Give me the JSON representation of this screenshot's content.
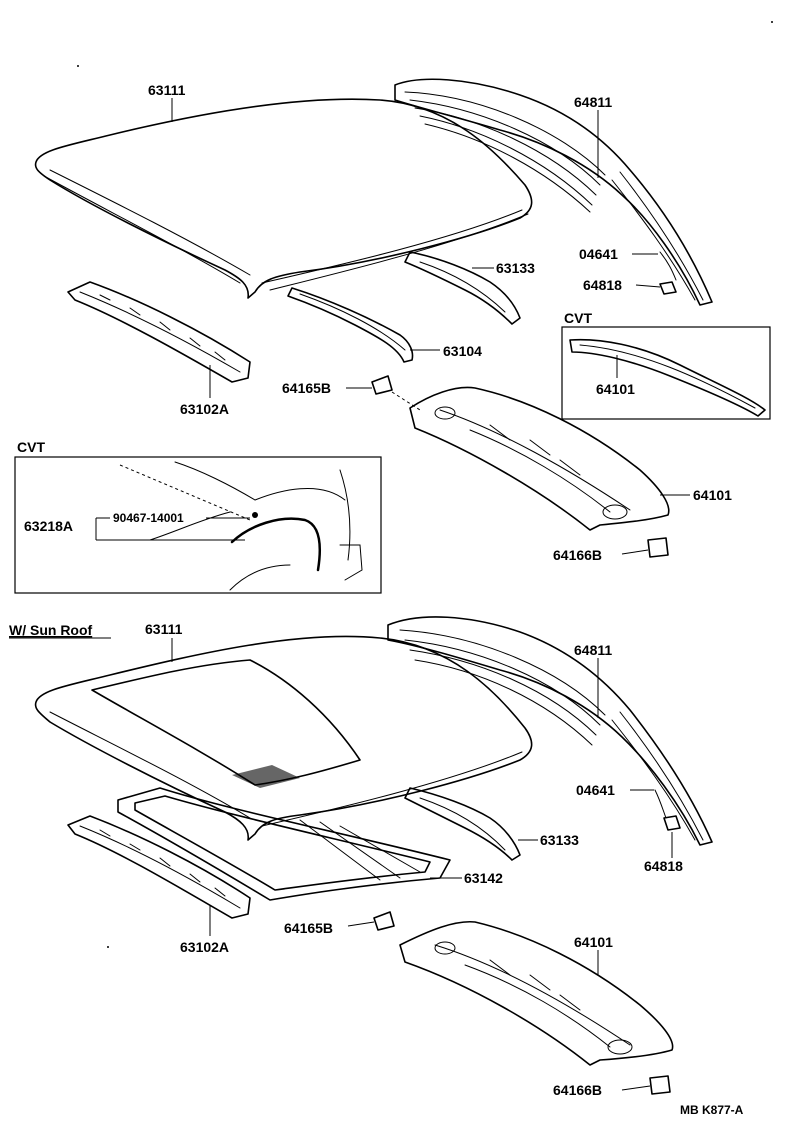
{
  "diagram": {
    "upper": {
      "labels": {
        "roof_panel": "63111",
        "back_window_glass": "64811",
        "glass_clip": "04641",
        "spacer": "64818",
        "roof_bow_rear": "63133",
        "roof_bow_center": "63104",
        "roof_panel_front": "63102A",
        "retainer": "64165B",
        "package_tray": "64101",
        "cap": "64166B"
      },
      "cvt_box_right": {
        "heading": "CVT",
        "part": "64101"
      },
      "cvt_box_left": {
        "heading": "CVT",
        "assembly": "63218A",
        "screw": "90467-14001"
      }
    },
    "lower": {
      "heading": "W/ Sun Roof",
      "labels": {
        "roof_panel": "63111",
        "back_window_glass": "64811",
        "glass_clip": "04641",
        "spacer": "64818",
        "roof_bow_rear": "63133",
        "sunroof_reinforcement": "63142",
        "roof_panel_front": "63102A",
        "retainer": "64165B",
        "package_tray": "64101",
        "cap": "64166B"
      }
    },
    "footer_code": "MB  K877-A"
  }
}
